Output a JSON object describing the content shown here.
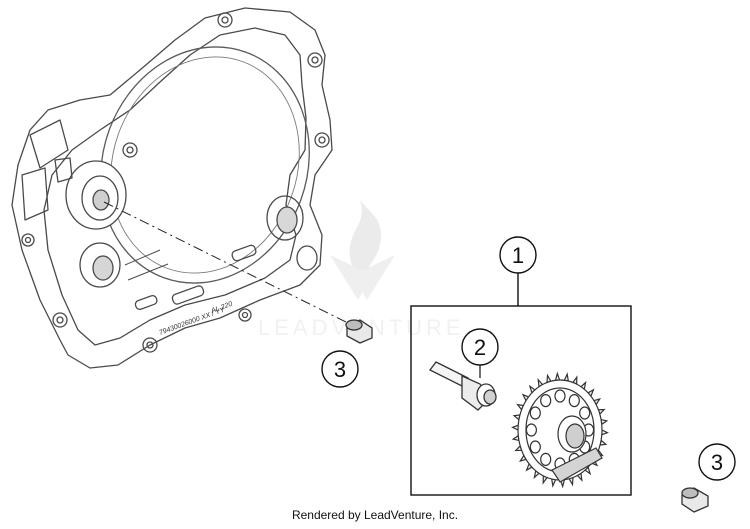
{
  "diagram": {
    "callouts": {
      "c1": "1",
      "c2": "2",
      "c3a": "3",
      "c3b": "3"
    },
    "cover_markings": {
      "al": "AL 220",
      "part_code": "79430026000   XX / YY"
    },
    "watermark": "LEADVENTURE",
    "footer": "Rendered by LeadVenture, Inc."
  }
}
